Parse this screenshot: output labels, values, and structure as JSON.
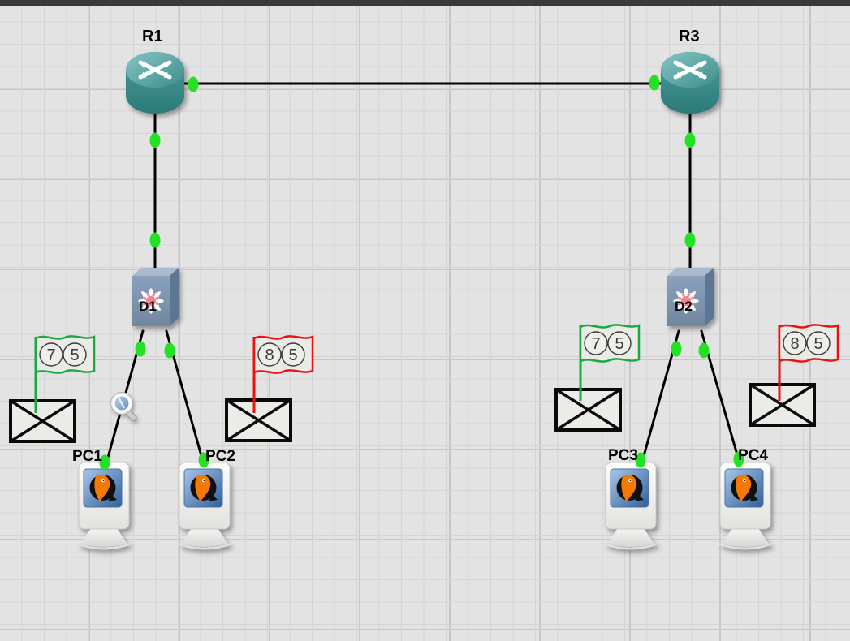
{
  "window": {
    "top_bar_color": "#3a3a3a"
  },
  "canvas": {
    "background": "#e3e3e3",
    "grid_minor": "#d4d4d4",
    "grid_major": "#c7c7c7"
  },
  "colors": {
    "link": "#000000",
    "status_dot": "#25e125",
    "flag_green": "#1aa840",
    "flag_red": "#ee1111",
    "envelope_stroke": "#0a0a0a",
    "router_teal": "#3e8f8f",
    "switch_blue": "#7e96b4",
    "label": "#000000"
  },
  "nodes": {
    "routers": [
      {
        "id": "R1",
        "label": "R1"
      },
      {
        "id": "R3",
        "label": "R3"
      }
    ],
    "switches": [
      {
        "id": "D1",
        "label": "D1"
      },
      {
        "id": "D2",
        "label": "D2"
      }
    ],
    "pcs": [
      {
        "id": "PC1",
        "label": "PC1"
      },
      {
        "id": "PC2",
        "label": "PC2"
      },
      {
        "id": "PC3",
        "label": "PC3"
      },
      {
        "id": "PC4",
        "label": "PC4"
      }
    ]
  },
  "links": [
    {
      "from": "R1",
      "to": "R3"
    },
    {
      "from": "R1",
      "to": "D1"
    },
    {
      "from": "D1",
      "to": "PC1"
    },
    {
      "from": "D1",
      "to": "PC2"
    },
    {
      "from": "R3",
      "to": "D2"
    },
    {
      "from": "D2",
      "to": "PC3"
    },
    {
      "from": "D2",
      "to": "PC4"
    }
  ],
  "flags": [
    {
      "near": "PC1",
      "color": "#1aa840",
      "values": [
        "7",
        "5"
      ]
    },
    {
      "near": "PC2",
      "color": "#ee1111",
      "values": [
        "8",
        "5"
      ]
    },
    {
      "near": "PC3",
      "color": "#1aa840",
      "values": [
        "7",
        "5"
      ]
    },
    {
      "near": "PC4",
      "color": "#ee1111",
      "values": [
        "8",
        "5"
      ]
    }
  ],
  "annotations": {
    "envelope_count": 4,
    "magnifier_on_link": "D1-PC1"
  },
  "icons": [
    "router-icon",
    "ethernet-switch-icon",
    "qemu-pc-icon",
    "envelope-icon",
    "flag-icon",
    "magnifier-icon",
    "link-status-dot"
  ]
}
